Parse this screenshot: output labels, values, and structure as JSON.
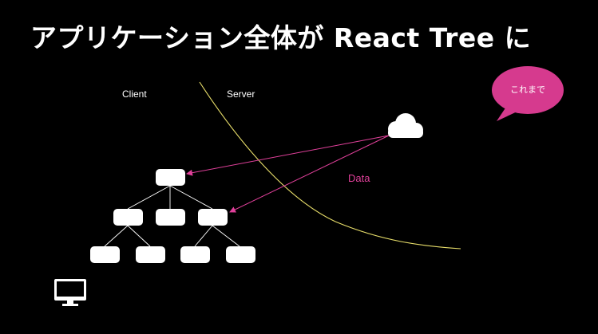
{
  "slide": {
    "title": "アプリケーション全体が React Tree に",
    "client_label": "Client",
    "server_label": "Server",
    "data_label": "Data",
    "bubble_text": "これまで"
  },
  "colors": {
    "background": "#000000",
    "text": "#ffffff",
    "boundary_curve": "#e8de6a",
    "data_arrow": "#e0409a",
    "bubble": "#d63a8e"
  },
  "icons": {
    "server": "cloud-icon",
    "client": "monitor-icon"
  }
}
